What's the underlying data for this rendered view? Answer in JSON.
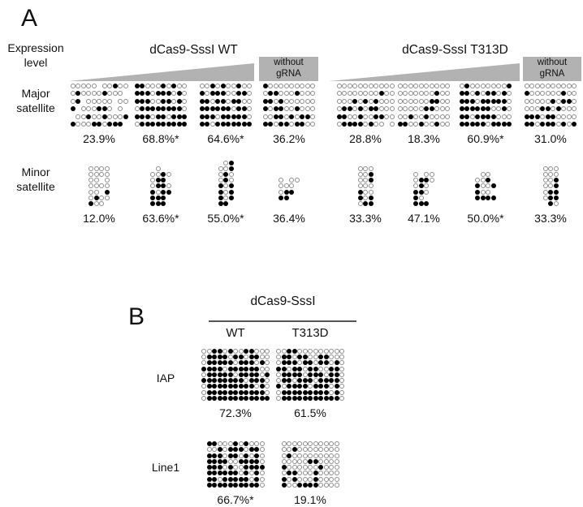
{
  "colors": {
    "gray_fill": "#b2b2b2",
    "dot_open_border": "#8c8c8c",
    "dot_filled": "#000000",
    "divider": "#555555"
  },
  "panel_a": {
    "label": "A",
    "expression_level_label": "Expression\nlevel",
    "groups": [
      {
        "title": "dCas9-SssI WT",
        "without_grna": "without\ngRNA"
      },
      {
        "title": "dCas9-SssI T313D",
        "without_grna": "without\ngRNA"
      }
    ],
    "major": {
      "row_label": "Major\nsatellite",
      "cells": [
        {
          "pct": "23.9%",
          "grid": [
            "ooooo.ooxoo",
            "oxooooxooo.",
            "ox.ooooo.oo",
            "x.oooxxo.o.",
            ".ooxooxooox",
            "xoooxxoxxx."
          ]
        },
        {
          "pct": "68.8%*",
          "grid": [
            "xxoooxoxoo",
            "xxxoxxxoxo",
            "xxxooxxoxo",
            "oxxxxxxxxo",
            "xxxoxxoxxx",
            "oxxxxxxxxx"
          ]
        },
        {
          "pct": "64.6%*",
          "grid": [
            "ooxoxooxoo",
            "xoxxxooxxo",
            "xxoxxoxxoo",
            "xxxxxxoxxo",
            "xxxoxxxxxo",
            "xxoxxxxxxx"
          ]
        },
        {
          "pct": "36.2%",
          "grid": [
            "xooooooooo",
            "oxxoooxooo",
            "xxoxoooooo",
            "xoxxooxooo",
            "ooxxoxoxxo",
            "xxoxxoxxoo"
          ]
        },
        {
          "pct": "28.8%",
          "grid": [
            "ooooooooooo",
            "ooooooooxoo",
            "oooxoxoxooo",
            "oxxoxoxxooo",
            "xxooxooxxoo",
            "oxxxxoxoo.o"
          ]
        },
        {
          "pct": "18.3%",
          "grid": [
            "oooooooooo",
            "oooooooxoo",
            "ooooooxxoo",
            "oooooxxooo",
            "ooxooxoooo",
            "xxooxooxoo"
          ]
        },
        {
          "pct": "60.9%*",
          "grid": [
            "oxooooooox",
            "xxoxoxxoxo",
            "xxxoxxxxxo",
            "xxxxxxooxo",
            "xxoxxxxooo",
            "xxxxxoxxxx"
          ]
        },
        {
          "pct": "31.0%",
          "grid": [
            "oooooooooo",
            "xooooooxoo",
            "oooooxoxxo",
            "oooxxoxooo",
            "xxxoxxoooo",
            "xxoxxxoxox"
          ]
        }
      ]
    },
    "minor": {
      "row_label": "Minor\nsatellite",
      "cells": [
        {
          "pct": "12.0%",
          "grid": [
            "oooo",
            "oooo",
            "oo.o",
            "oooo",
            "oo.x",
            "oxoo",
            "xoo."
          ]
        },
        {
          "pct": "63.6%*",
          "grid": [
            ".o..",
            "ooxo",
            "oxx.",
            "oxxo",
            "xoxx",
            "xxx.",
            "xxx."
          ]
        },
        {
          "pct": "55.0%*",
          "grid": [
            ".ox",
            "oox",
            "oxo",
            "oxo",
            "xox",
            "xox",
            "xox",
            "xx."
          ]
        },
        {
          "pct": "36.4%",
          "grid": [
            "o.oo",
            "ooo.",
            "oxx.",
            "xx..",
            "...."
          ]
        },
        {
          "pct": "33.3%",
          "grid": [
            "ooo",
            "oox",
            "oox",
            "ooo",
            "xoo",
            "xox",
            "oxx"
          ]
        },
        {
          "pct": "47.1%",
          "grid": [
            "o.oo",
            "oxxo",
            "oxo.",
            "xxo.",
            "xo..",
            "xxx."
          ]
        },
        {
          "pct": "50.0%*",
          "grid": [
            ".oo.",
            "oox.",
            "xoox",
            "xoo.",
            "xxxx",
            "...."
          ]
        },
        {
          "pct": "33.3%",
          "grid": [
            "ooo",
            "ooo",
            "oox",
            "oox",
            "oxx",
            "oxx",
            ".xo"
          ]
        }
      ]
    }
  },
  "panel_b": {
    "label": "B",
    "title": "dCas9-SssI",
    "col_labels": [
      "WT",
      "T313D"
    ],
    "rows": [
      {
        "label": "IAP",
        "cells": [
          {
            "pct": "72.3%",
            "grid": [
              "ooxxoxooxxooo",
              "oxxxxoxxoxxoo",
              "oxxxxxoxxxoxo",
              "xxxxoxxxxxxoo",
              "oxxxxxoxxxxox",
              "xxxxxxxxoxxxo",
              "oxxxxxxxxxoxo",
              "oxxxxxxxxxxxo",
              "oxxxxxxxxxxxx"
            ]
          },
          {
            "pct": "61.5%",
            "grid": [
              "ooxxooooooooo",
              "oxxoxxooxxooo",
              "oxxxoxxoxxoxo",
              "xxoxxoxxooxxo",
              "oxxxxoxxxoxxo",
              "oxxoxxxoxxxxo",
              "xoxxxxoxxxoxo",
              "oxxxxxxxxxoxo",
              "oxxxxxxxxxxxo"
            ]
          }
        ]
      },
      {
        "label": "Line1",
        "cells": [
          {
            "pct": "66.7%*",
            "grid": [
              "xxoooxoxooo",
              "ooxoxxxoxxo",
              "xxxoxxoxoxo",
              "xxxxooxxxxo",
              "xxxoxooxxxx",
              "xxxxxxoxoxo",
              "xxoxxxxxoxo",
              "xxxxxxxxxxo"
            ]
          },
          {
            "pct": "19.1%",
            "grid": [
              "ooooooooooo",
              "ooxoooooooo",
              "oxooooooooo",
              "oooooxxoooo",
              "xooooooxooo",
              "oxxoooxoooo",
              "xoxoooxoooo",
              "xooxxxxoooo"
            ]
          }
        ]
      }
    ]
  }
}
